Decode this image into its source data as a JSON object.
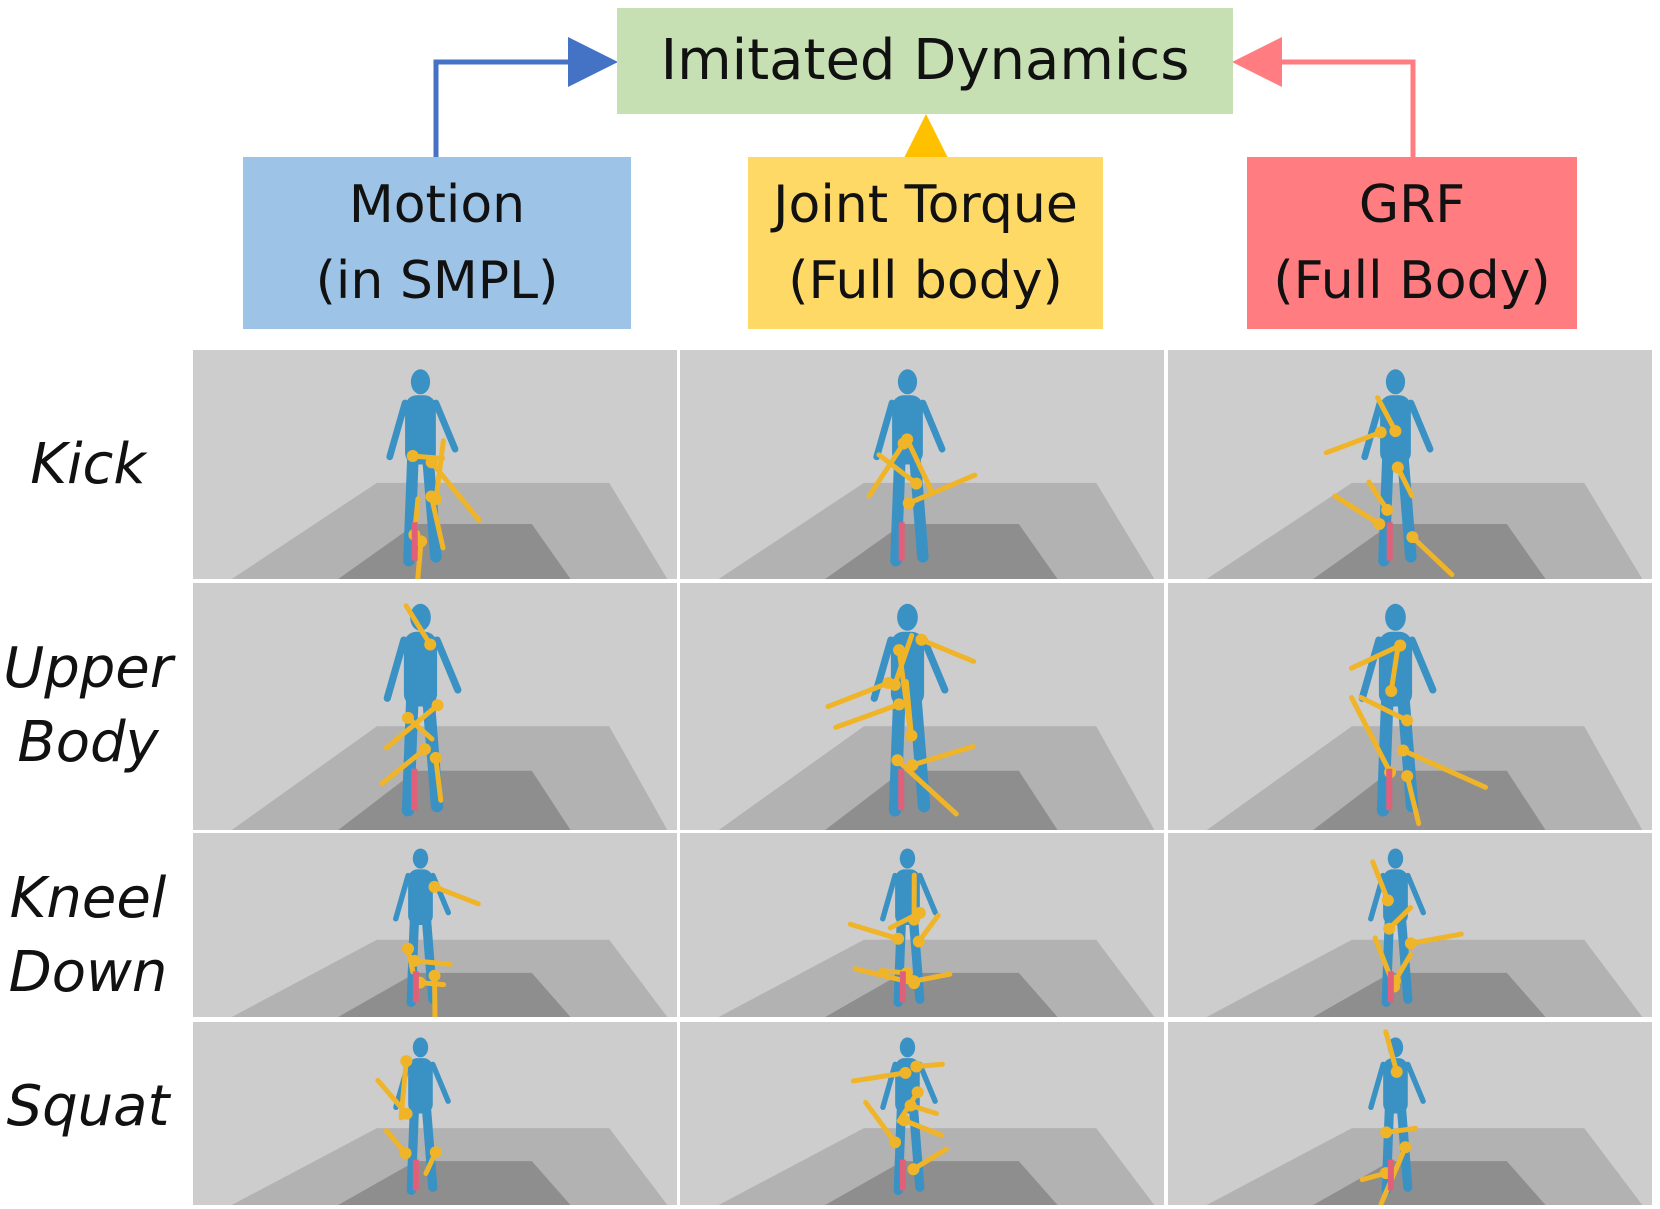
{
  "header": {
    "target": "Imitated Dynamics",
    "sources": [
      {
        "line1": "Motion",
        "line2": "(in SMPL)",
        "color": "#9dc3e6",
        "arrow_color": "#4472c4"
      },
      {
        "line1": "Joint Torque",
        "line2": "(Full body)",
        "color": "#ffd966",
        "arrow_color": "#ffc000"
      },
      {
        "line1": "GRF",
        "line2": "(Full Body)",
        "color": "#ff7c80",
        "arrow_color": "#ff7c80"
      }
    ],
    "target_color": "#c6e0b4"
  },
  "rows": [
    {
      "line1": "Kick",
      "line2": ""
    },
    {
      "line1": "Upper",
      "line2": "Body"
    },
    {
      "line1": "Kneel",
      "line2": "Down"
    },
    {
      "line1": "Squat",
      "line2": ""
    }
  ],
  "render_colors": {
    "body": "#3a92c4",
    "torque_arrow": "#f0b429",
    "force_arrow": "#e0607a",
    "floor": "#8e8e8e",
    "background": "#cdcdcd"
  }
}
